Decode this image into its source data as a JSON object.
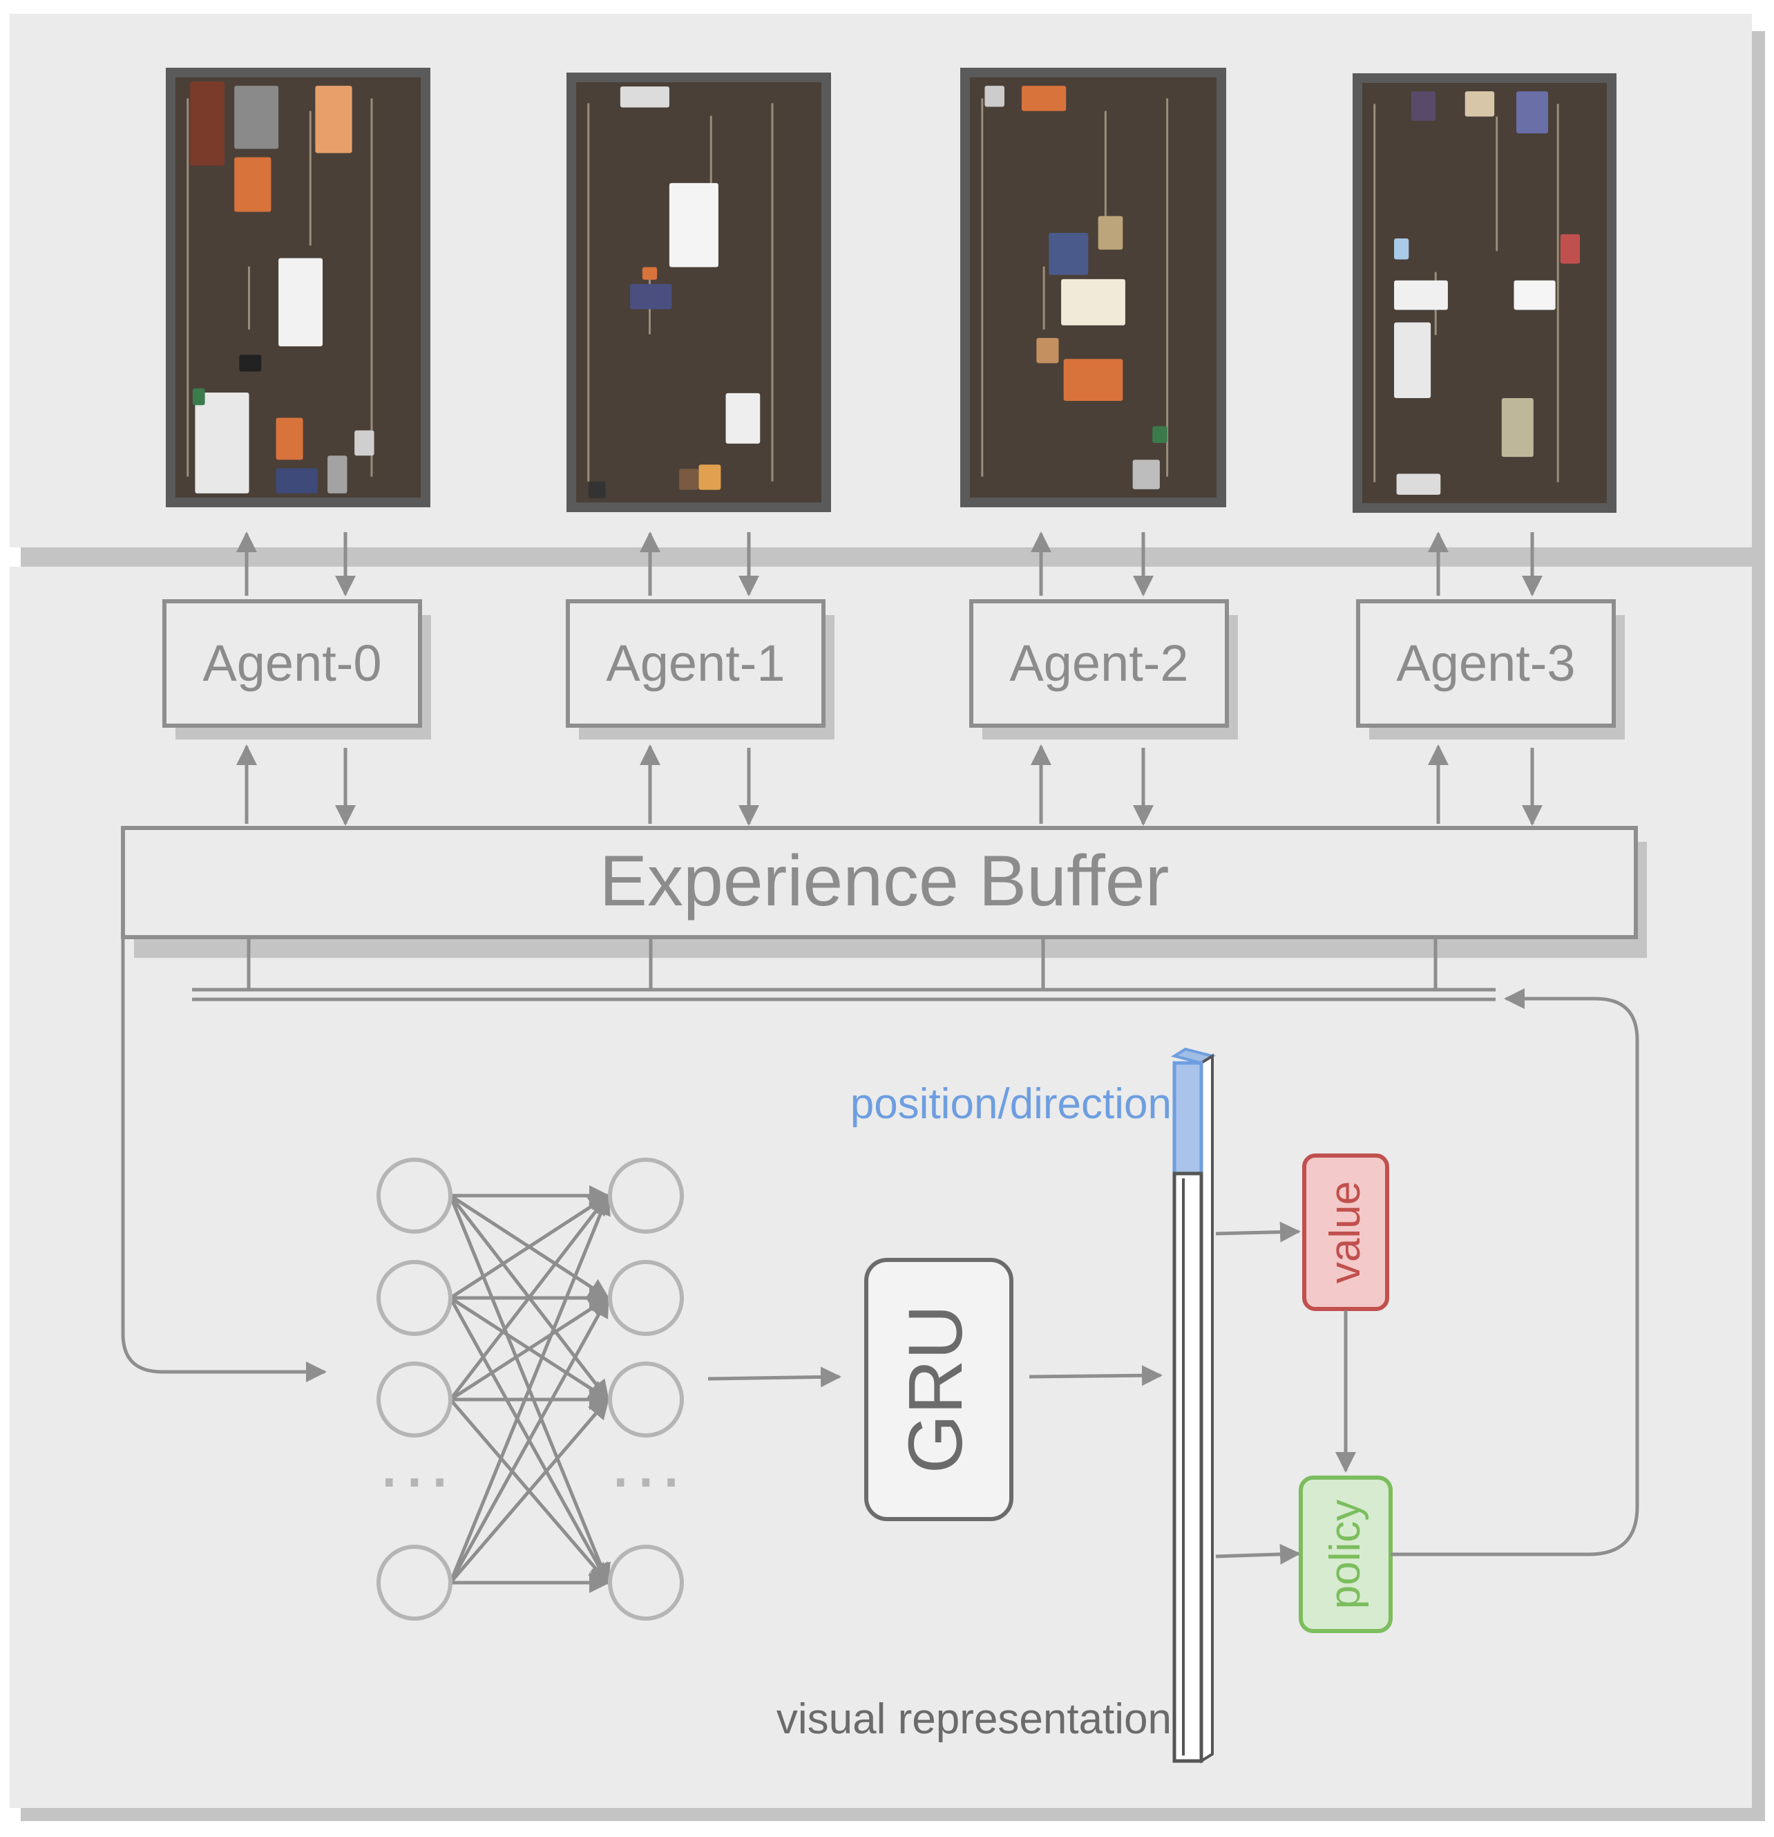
{
  "environments": [
    {
      "id": "env-0",
      "theme": "living-room with bed, sofa, orange table and rug"
    },
    {
      "id": "env-1",
      "theme": "corridor apartment with white table and plant"
    },
    {
      "id": "env-2",
      "theme": "apartment with desk, orange table and chair"
    },
    {
      "id": "env-3",
      "theme": "apartment with beds, couch and plant table"
    }
  ],
  "agents": [
    {
      "label": "Agent-0"
    },
    {
      "label": "Agent-1"
    },
    {
      "label": "Agent-2"
    },
    {
      "label": "Agent-3"
    }
  ],
  "buffer": {
    "label": "Experience Buffer"
  },
  "network": {
    "ellipsis_left": "···",
    "ellipsis_right": "···",
    "gru_label": "GRU",
    "position_label": "position/direction",
    "visual_label": "visual representation",
    "value_label": "value",
    "policy_label": "policy"
  },
  "colors": {
    "panel": "#ebebeb",
    "shadow": "#c4c4c4",
    "stroke": "#8e8e8e",
    "text": "#8c8c8c",
    "dark_text": "#6b6b6b",
    "position": "#6e9ee0",
    "value_fill": "#f3c9c9",
    "value_stroke": "#c0504d",
    "value_text": "#c0504d",
    "policy_fill": "#d7ebd0",
    "policy_stroke": "#7cbd5e",
    "policy_text": "#7cbd5e",
    "floor": "#4a4038",
    "frame": "#5a5a5a"
  }
}
